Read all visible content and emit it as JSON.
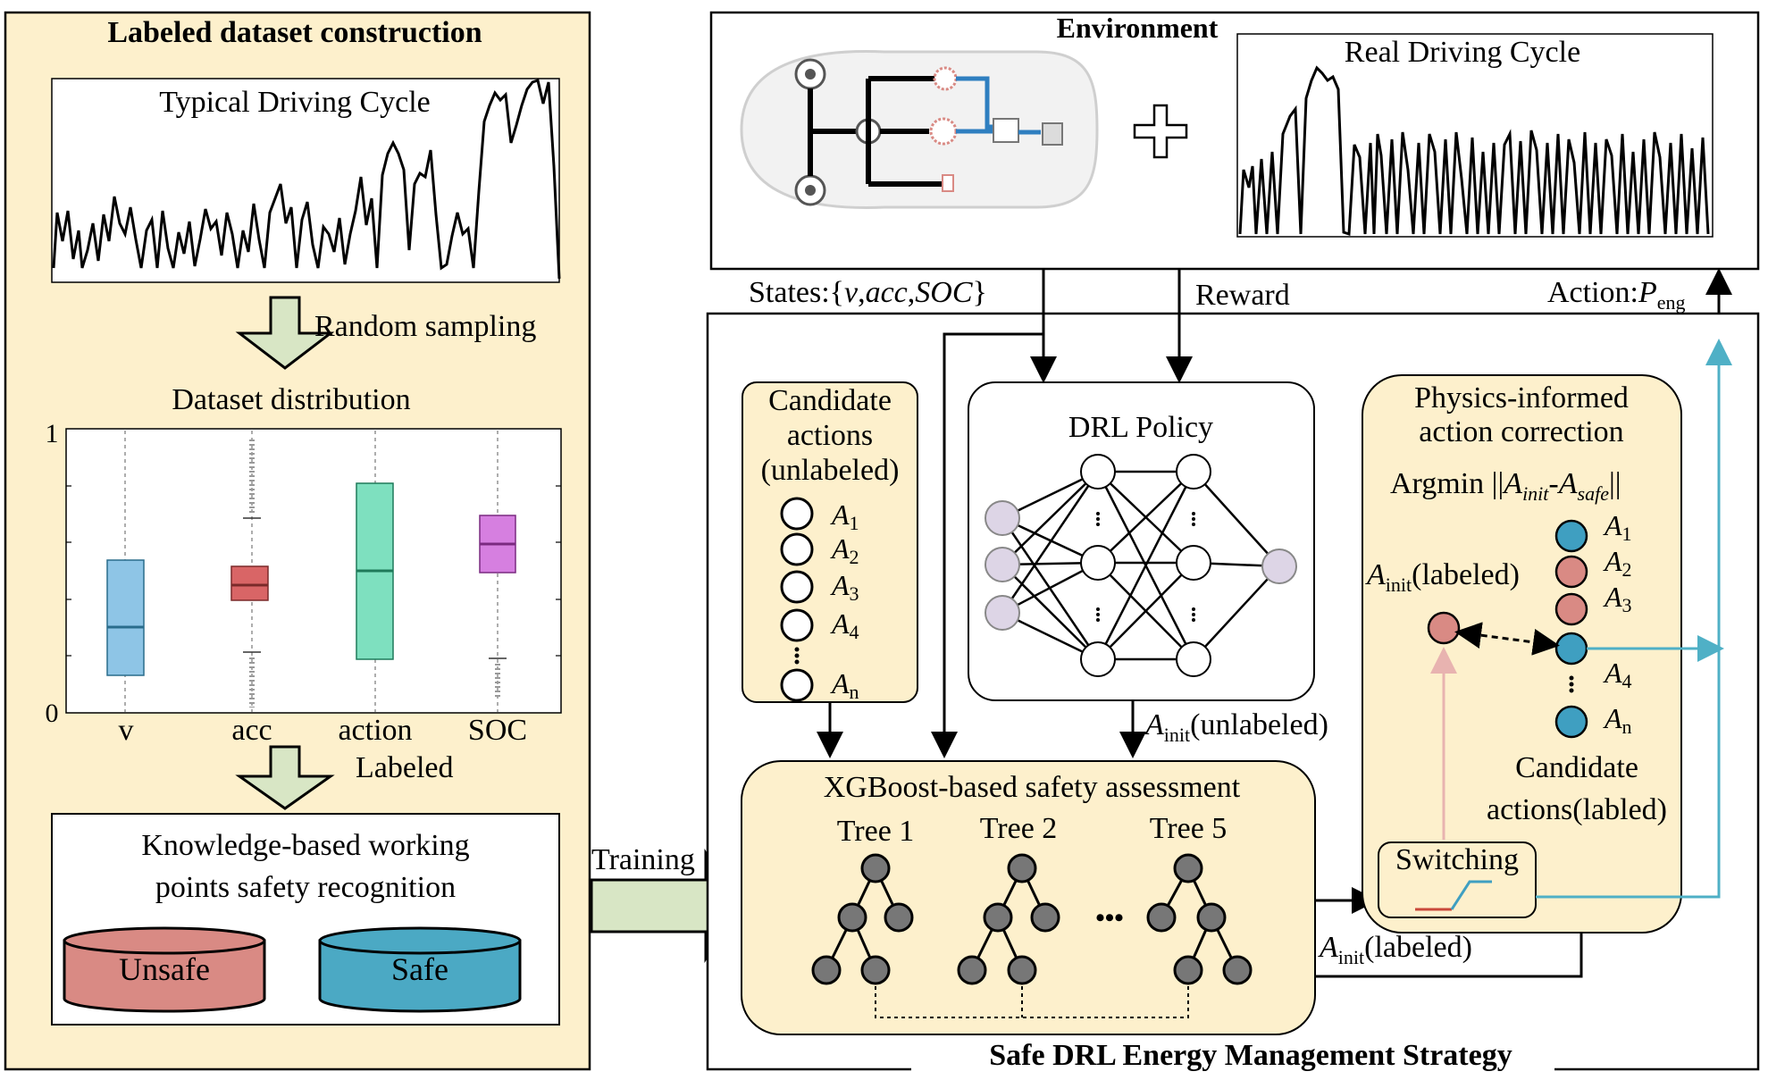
{
  "left_panel": {
    "title": "Labeled dataset construction",
    "typical_cycle_label": "Typical Driving Cycle",
    "random_sampling": "Random sampling",
    "dataset_distribution": "Dataset distribution",
    "boxplot": {
      "y_ticks": [
        "1",
        "0"
      ],
      "categories": [
        "v",
        "acc",
        "action",
        "SOC"
      ],
      "colors": [
        "#8ec5e6",
        "#d96566",
        "#7ee0bf",
        "#d67fe0"
      ]
    },
    "labeled": "Labeled",
    "knowledge_line1": "Knowledge-based working",
    "knowledge_line2": "points safety recognition",
    "unsafe": "Unsafe",
    "safe": "Safe"
  },
  "training": "Training",
  "environment": {
    "title": "Environment",
    "real_cycle_label": "Real Driving Cycle"
  },
  "signals": {
    "states_prefix": "States:{",
    "states_v": "v",
    "states_acc": "acc",
    "states_soc": "SOC",
    "states_suffix": "}",
    "comma": ",",
    "reward": "Reward",
    "action_prefix": "Action:",
    "action_p": "P",
    "action_sub": "eng"
  },
  "strategy": {
    "title": "Safe DRL Energy Management Strategy",
    "candidate_line1": "Candidate",
    "candidate_line2": "actions",
    "candidate_line3": "(unlabeled)",
    "candidate_items": [
      {
        "a": "A",
        "sub": "1"
      },
      {
        "a": "A",
        "sub": "2"
      },
      {
        "a": "A",
        "sub": "3"
      },
      {
        "a": "A",
        "sub": "4"
      },
      {
        "a": "A",
        "sub": "n"
      }
    ],
    "drl_policy": "DRL Policy",
    "a_init": "A",
    "init_sub": "init",
    "unlabeled": "(unlabeled)",
    "labeled": "(labeled)",
    "xgboost_title": "XGBoost-based safety assessment",
    "trees": [
      "Tree 1",
      "Tree 2",
      "Tree 5"
    ],
    "ellipsis": "•••",
    "physics_line1": "Physics-informed",
    "physics_line2": "action correction",
    "argmin_prefix": "Argmin ||",
    "argmin_ainit": "A",
    "argmin_init": "init",
    "argmin_dash": "-",
    "argmin_asafe": "A",
    "argmin_safe": "safe",
    "argmin_suffix": "||",
    "right_items": [
      {
        "a": "A",
        "sub": "1"
      },
      {
        "a": "A",
        "sub": "2"
      },
      {
        "a": "A",
        "sub": "3"
      },
      {
        "a": "A",
        "sub": "4"
      },
      {
        "a": "A",
        "sub": "n"
      }
    ],
    "candidate_labeled_line1": "Candidate",
    "candidate_labeled_line2": "actions(labled)",
    "switching": "Switching"
  },
  "colors": {
    "panel_fill": "#fdf0cc",
    "arrow_fill": "#d8e6c5",
    "teal": "#4fb0c6",
    "node_blue": "#3f9fc1",
    "node_red": "#d98a84",
    "unsafe": "#d98a84",
    "safe": "#4ba9c4"
  }
}
